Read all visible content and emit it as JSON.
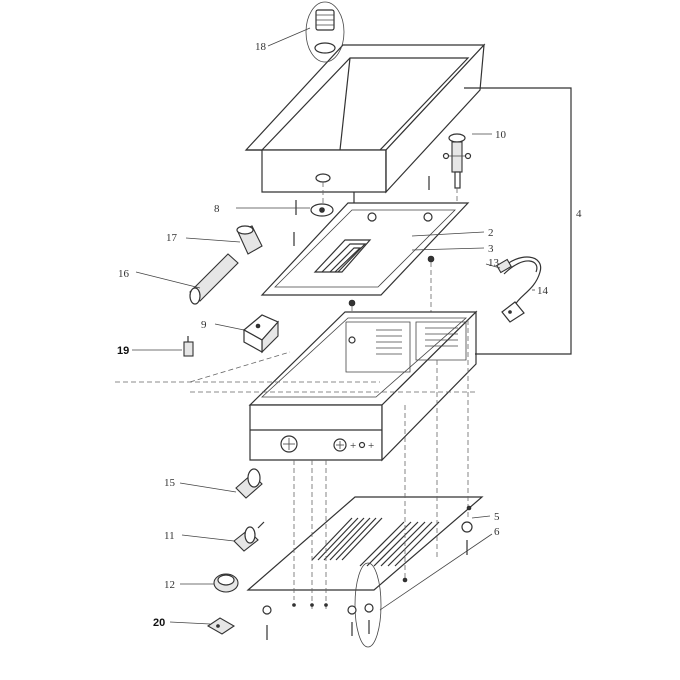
{
  "labels": {
    "l1": "2",
    "l2": "3",
    "l3": "4",
    "l4": "5",
    "l5": "6",
    "l6": "8",
    "l7": "9",
    "l8": "10",
    "l9": "11",
    "l10": "12",
    "l11": "13",
    "l12": "14",
    "l13": "15",
    "l14": "16",
    "l15": "17",
    "l16": "18",
    "l17": "19",
    "l18": "20"
  }
}
